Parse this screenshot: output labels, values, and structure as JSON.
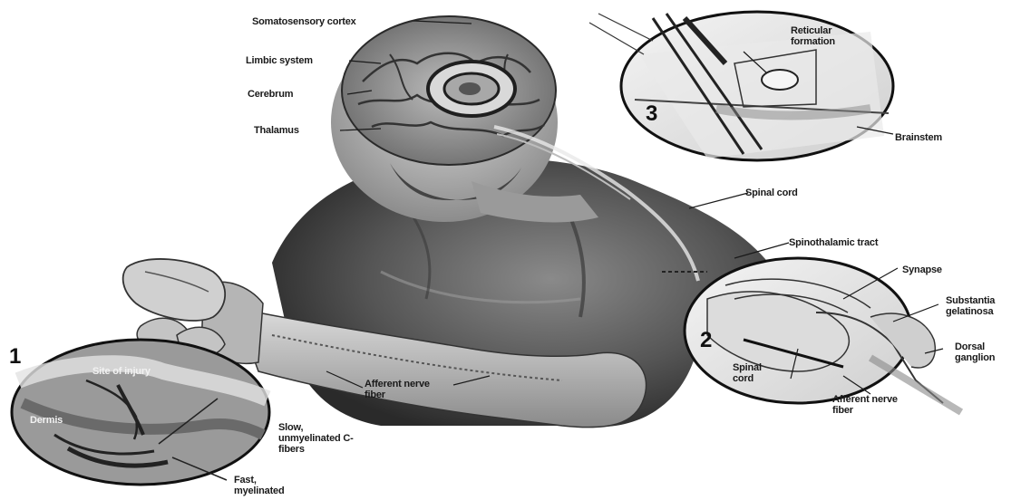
{
  "labels": {
    "somatosensory_cortex": "Somatosensory cortex",
    "limbic_system": "Limbic system",
    "cerebrum": "Cerebrum",
    "thalamus": "Thalamus",
    "reticular_formation": "Reticular formation",
    "brainstem": "Brainstem",
    "spinal_cord": "Spinal cord",
    "spinothalamic_tract": "Spinothalamic tract",
    "synapse": "Synapse",
    "substantia_gelatinosa": "Substantia gelatinosa",
    "dorsal_ganglion": "Dorsal ganglion",
    "spinal_cord_inset": "Spinal cord",
    "afferent_nerve_fiber_inset": "Afferent nerve fiber",
    "afferent_nerve_fiber_arm": "Afferent nerve fiber",
    "site_of_injury": "Site of injury",
    "dermis": "Dermis",
    "slow_c_fibers": "Slow, unmyelinated C-fibers",
    "fast_fibers": "Fast, myelinated"
  },
  "insets": {
    "one": "1",
    "two": "2",
    "three": "3"
  }
}
